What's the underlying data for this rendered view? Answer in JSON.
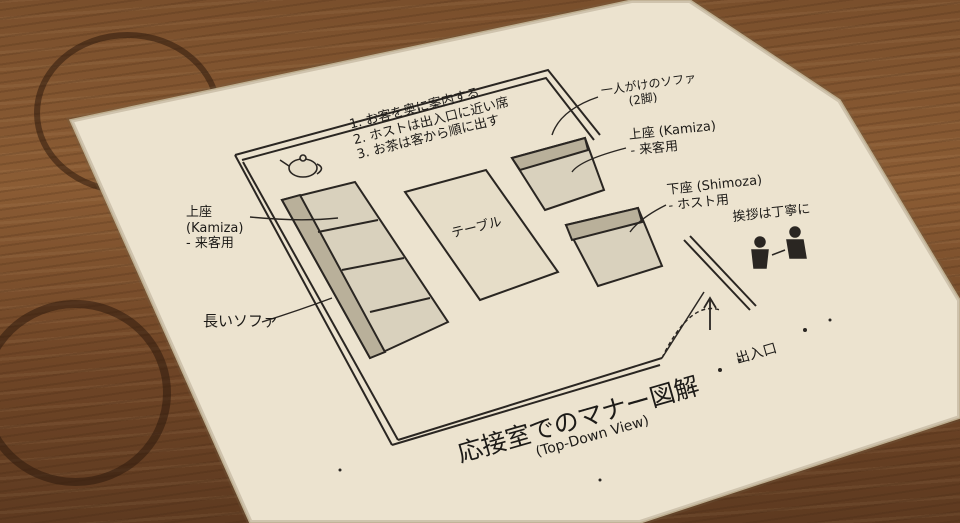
{
  "diagram": {
    "title": "応接室でのマナー図解",
    "subtitle": "(Top-Down View)",
    "steps": [
      "1. お客を奥に案内する",
      "2. ホストは出入口に近い席",
      "3. お茶は客から順に出す"
    ],
    "labels": {
      "single_sofa": "一人がけのソファ",
      "single_sofa_count": "(2脚)",
      "kamiza_right": "上座 (Kamiza)",
      "kamiza_right_sub": "- 来客用",
      "shimoza": "下座 (Shimoza)",
      "shimoza_sub": "- ホスト用",
      "greeting": "挨拶は丁寧に",
      "kamiza_left_1": "上座",
      "kamiza_left_2": "(Kamiza)",
      "kamiza_left_3": "- 来客用",
      "long_sofa": "長いソファ",
      "table": "テーブル",
      "entrance": "出入口"
    }
  }
}
